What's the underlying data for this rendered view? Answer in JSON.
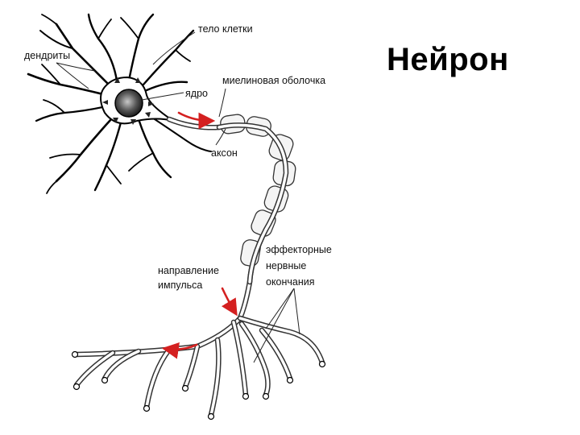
{
  "title": "Нейрон",
  "labels": {
    "cell_body": "тело клетки",
    "dendrites": "дендриты",
    "nucleus": "ядро",
    "myelin": "миелиновая оболочка",
    "axon": "аксон",
    "impulse_line1": "направление",
    "impulse_line2": "импульса",
    "effector_line1": "эффекторные",
    "effector_line2": "нервные",
    "effector_line3": "окончания"
  },
  "colors": {
    "arrow": "#d42020",
    "ink": "#000000"
  }
}
